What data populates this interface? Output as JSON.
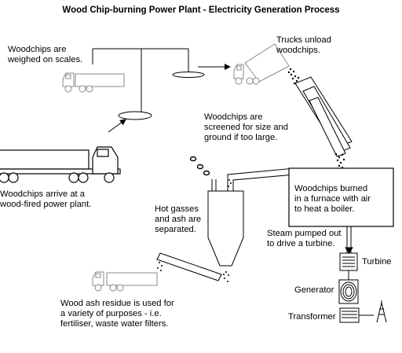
{
  "title": "Wood Chip-burning Power Plant - Electricity Generation Process",
  "labels": {
    "weighed": "Woodchips are\nweighed on scales.",
    "trucks_unload": "Trucks unload\nwoodchips.",
    "screened": "Woodchips are\nscreened for size and\nground if too large.",
    "arrive": "Woodchips arrive at a\nwood-fired power plant.",
    "furnace": "Woodchips burned\nin a furnace with air\nto heat a boiler.",
    "hot_gasses": "Hot gasses\nand ash are\nseparated.",
    "steam": "Steam pumped out\nto drive a turbine.",
    "turbine": "Turbine",
    "generator": "Generator",
    "transformer": "Transformer",
    "ash_residue": "Wood ash residue is used for\na variety of purposes - i.e.\nfertiliser, waste water filters."
  }
}
